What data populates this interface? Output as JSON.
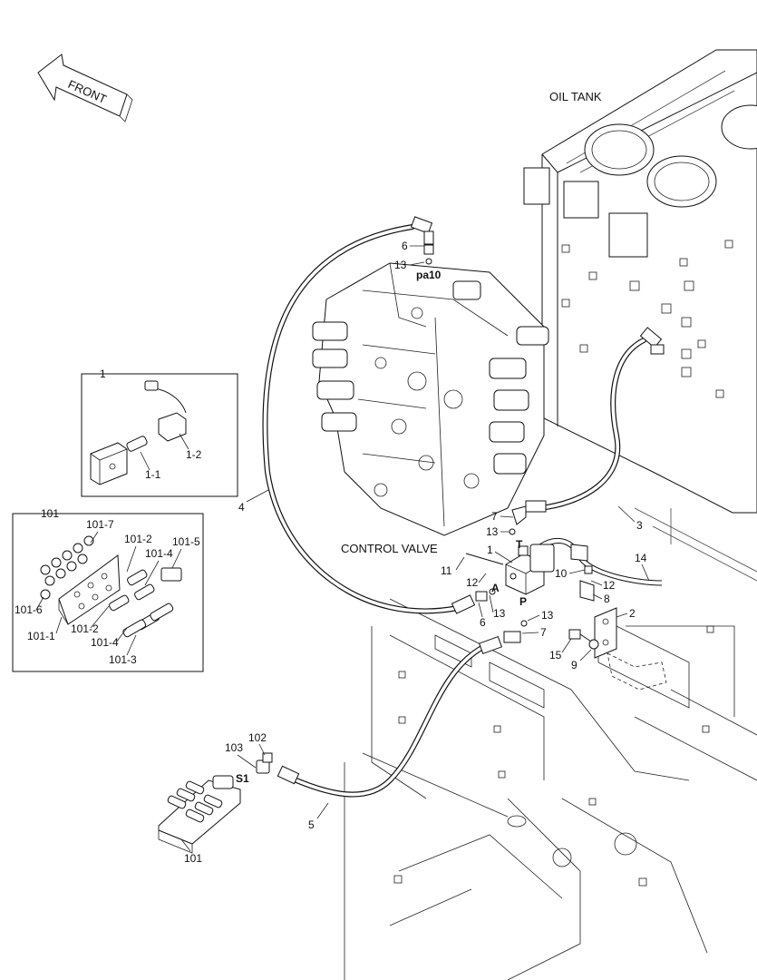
{
  "directions": {
    "front": "FRONT"
  },
  "components": {
    "oil_tank": "OIL TANK",
    "control_valve": "CONTROL VALVE"
  },
  "ports": {
    "pa10": "pa10",
    "T": "T",
    "A": "A",
    "P": "P",
    "S1": "S1"
  },
  "inset_1": {
    "title": "1",
    "labels": [
      "1-1",
      "1-2"
    ]
  },
  "inset_101": {
    "title": "101",
    "labels": [
      "101-7",
      "101-2",
      "101-5",
      "101-4",
      "101-6",
      "101-1",
      "101-2",
      "101-4",
      "101-3"
    ]
  },
  "callouts": {
    "c6a": "6",
    "c13a": "13",
    "c4": "4",
    "c3": "3",
    "c7a": "7",
    "c13b": "13",
    "c1": "1",
    "c11": "11",
    "c12a": "12",
    "c13c": "13",
    "c6b": "6",
    "c14": "14",
    "c10": "10",
    "c12b": "12",
    "c8": "8",
    "c7b": "7",
    "c13d": "13",
    "c2": "2",
    "c15": "15",
    "c9": "9",
    "c102": "102",
    "c103": "103",
    "c5": "5",
    "c101": "101"
  }
}
